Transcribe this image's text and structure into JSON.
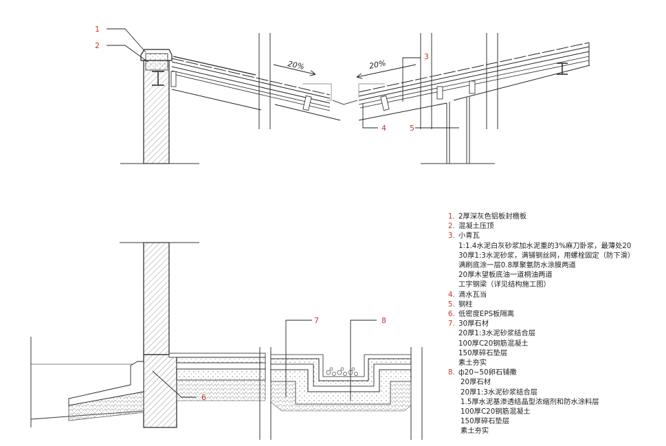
{
  "callouts": {
    "c1": "1",
    "c2": "2",
    "c3": "3",
    "c4": "4",
    "c5": "5",
    "c6": "6",
    "c7": "7",
    "c8": "8"
  },
  "slopes": {
    "left": "20%",
    "right": "20%"
  },
  "legend": [
    {
      "num": "1.",
      "text": "2厚深灰色铝板封檐板",
      "subs": []
    },
    {
      "num": "2.",
      "text": "混凝土压顶",
      "subs": []
    },
    {
      "num": "3.",
      "text": "小青瓦",
      "subs": [
        "1:1.4水泥白灰砂浆加水泥重的3%麻刀卧浆，最薄处20",
        "30厚1:3水泥砂浆，满铺钢丝网，用螺栓固定（防下滑）",
        "满刷底涂一层0.8厚聚氨防水涂膜两道",
        "20厚木望板底油一道桐油两道",
        "工字钢梁（详见结构施工图）"
      ]
    },
    {
      "num": "4.",
      "text": "滴水瓦当",
      "subs": []
    },
    {
      "num": "5.",
      "text": "钢柱",
      "subs": []
    },
    {
      "num": "6.",
      "text": "低密度EPS板隔离",
      "subs": []
    },
    {
      "num": "7.",
      "text": "30厚石材",
      "subs": [
        "20厚1:3水泥砂浆结合层",
        "100厚C20钢筋混凝土",
        "150厚碎石垫层",
        "素土夯实"
      ]
    },
    {
      "num": "8.",
      "text": "ф20~50卵石铺撒",
      "subs": [
        "20厚石材",
        "20厚1:3水泥砂浆结合层",
        "1.5厚水泥基渗透结晶型浓缩剂和防水涂料层",
        "100厚C20钢筋混凝土",
        "150厚碎石垫层",
        "素土夯实"
      ]
    }
  ]
}
